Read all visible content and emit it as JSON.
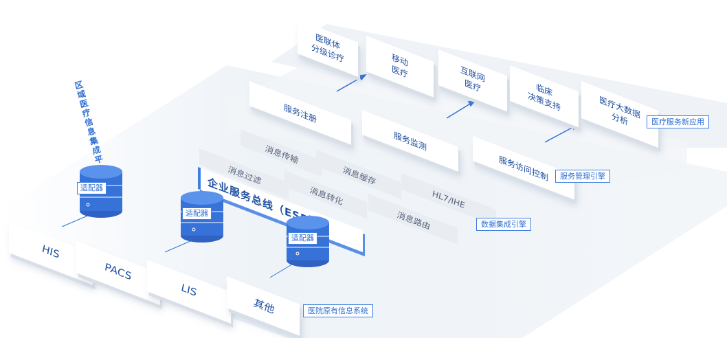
{
  "platform": {
    "title": "区域医疗信息集成平台"
  },
  "apps": {
    "items": [
      "医联体\n分级诊疗",
      "移动\n医疗",
      "互联网\n医疗",
      "临床\n决策支持",
      "医疗大数据\n分析"
    ],
    "label": "医疗服务新应用"
  },
  "service_engine": {
    "items": [
      "服务注册",
      "服务监测",
      "服务访问控制"
    ],
    "label": "服务管理引擎"
  },
  "data_engine": {
    "items": [
      "消息传输",
      "消息缓存",
      "消息过滤",
      "消息转化",
      "HL7/IHE",
      "消息路由"
    ],
    "esb": "企业服务总线（ESB）",
    "label": "数据集成引擎"
  },
  "legacy": {
    "items": [
      "HIS",
      "PACS",
      "LIS",
      "其他"
    ],
    "label": "医院原有信息系统",
    "adapter": "适配器"
  },
  "colors": {
    "accent": "#2f6fd3",
    "db_blue": "#3672d8",
    "platform": "#eef3f8"
  }
}
